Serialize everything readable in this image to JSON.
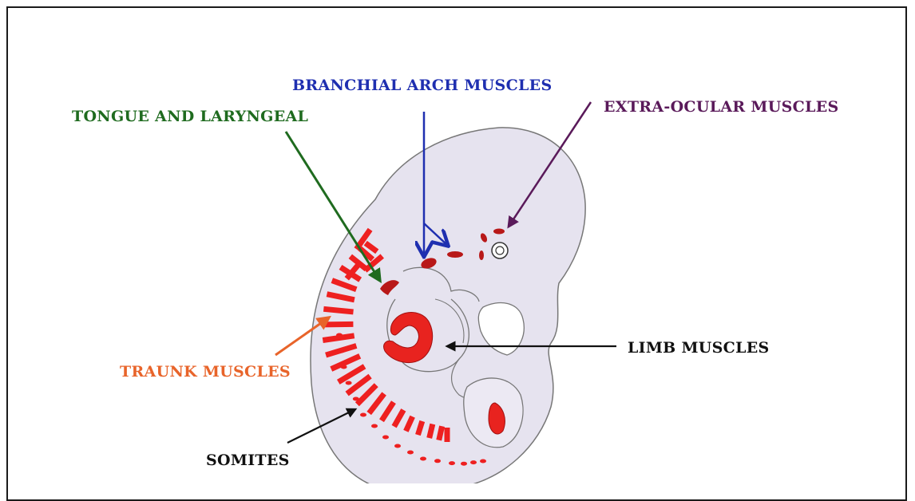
{
  "labels": {
    "branchial": "BRANCHIAL ARCH MUSCLES",
    "tongue": "TONGUE AND LARYNGEAL",
    "extraocular": "EXTRA-OCULAR MUSCLES",
    "limb": "LIMB MUSCLES",
    "trunk": "TRAUNK MUSCLES",
    "somites": "SOMITES"
  },
  "colors": {
    "branchial": "#1f2fb0",
    "tongue": "#1f6b1f",
    "extraocular": "#5a1a5a",
    "limb": "#111111",
    "trunk": "#e8642a",
    "somites": "#111111",
    "embryo_fill": "#e6e3ef",
    "muscle_red": "#ee2020",
    "dark_red": "#b81818"
  }
}
